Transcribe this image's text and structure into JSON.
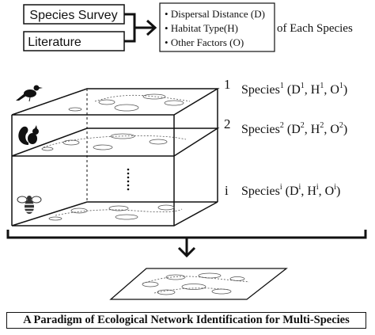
{
  "inputs": {
    "survey": "Species Survey",
    "literature": "Literature"
  },
  "factors": [
    "Dispersal Distance (D)",
    "Habitat Type(H)",
    "Other Factors (O)"
  ],
  "factors_suffix": "of Each Species",
  "layers": [
    {
      "index": "1",
      "name": "Species",
      "sup": "1",
      "d": "D",
      "h": "H",
      "o": "O"
    },
    {
      "index": "2",
      "name": "Species",
      "sup": "2",
      "d": "D",
      "h": "H",
      "o": "O"
    },
    {
      "index": "i",
      "name": "Species",
      "sup": "i",
      "d": "D",
      "h": "H",
      "o": "O"
    }
  ],
  "icons": [
    "bird-icon",
    "squirrel-icon",
    "bee-icon"
  ],
  "caption": "A Paradigm of Ecological Network Identification for Multi-Species"
}
